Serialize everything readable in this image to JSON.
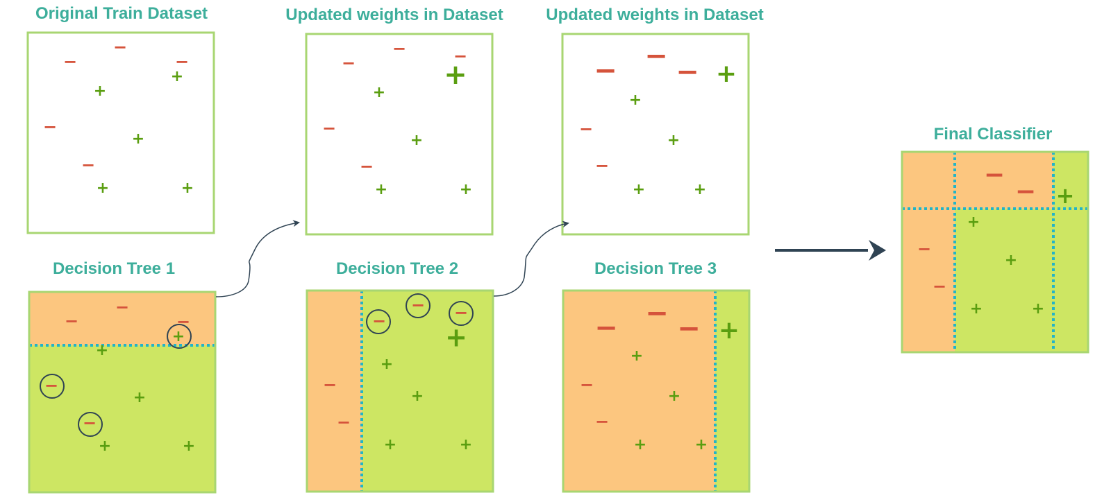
{
  "colors": {
    "title": "#3dae9b",
    "frame": "#a8d672",
    "positive": "#5a9e10",
    "negative": "#d5533b",
    "region_positive": "#cde663",
    "region_negative": "#fcc67f",
    "split_line": "#22b4c8",
    "circle": "#2f4353",
    "arrow": "#2f4353"
  },
  "symbols": {
    "positive": "+",
    "negative": "−"
  },
  "panels": [
    {
      "id": "original",
      "title": "Original Train Dataset"
    },
    {
      "id": "weights-1",
      "title": "Updated weights in Dataset"
    },
    {
      "id": "weights-2",
      "title": "Updated weights in Dataset"
    },
    {
      "id": "tree-1",
      "title": "Decision Tree 1"
    },
    {
      "id": "tree-2",
      "title": "Decision Tree 2"
    },
    {
      "id": "tree-3",
      "title": "Decision Tree 3"
    },
    {
      "id": "final",
      "title": "Final Classifier"
    }
  ]
}
